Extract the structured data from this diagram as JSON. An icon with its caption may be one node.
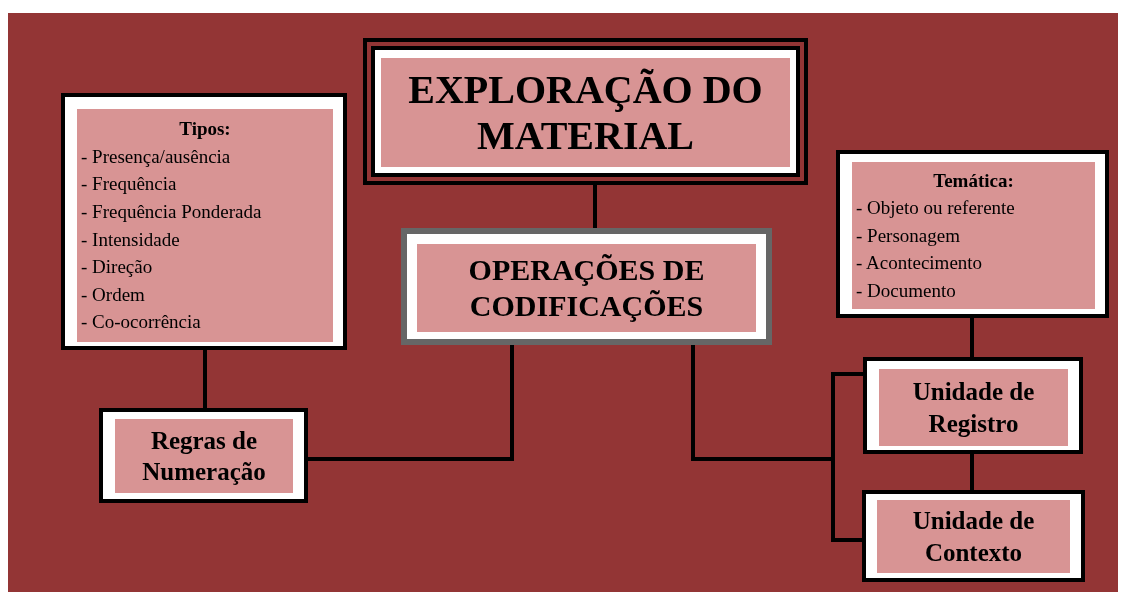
{
  "diagram": {
    "nodes": [
      {
        "text": [
          "EXPLORAÇÃO DO MATERIAL"
        ]
      },
      {
        "text": [
          "Tipos:",
          "- Presença/ausência",
          "- Frequência",
          "- Frequência Ponderada",
          "- Intensidade",
          "- Direção",
          "- Ordem",
          "- Co-ocorrência"
        ]
      },
      {
        "text": [
          "OPERAÇÕES DE CODIFICAÇÕES"
        ]
      },
      {
        "text": [
          "Temática:",
          "- Objeto ou referente",
          "- Personagem",
          "- Acontecimento",
          "- Documento"
        ]
      },
      {
        "text": [
          "Regras de Numeração"
        ]
      },
      {
        "text": [
          "Unidade de Registro"
        ]
      },
      {
        "text": [
          "Unidade de Contexto"
        ]
      }
    ],
    "edges": [
      {
        "from": 0,
        "to": 2,
        "arrow": "none"
      },
      {
        "from": 2,
        "to": 4,
        "arrow": "none"
      },
      {
        "from": 1,
        "to": 4,
        "arrow": "none"
      },
      {
        "from": 2,
        "to": 5,
        "arrow": "none"
      },
      {
        "from": 2,
        "to": 6,
        "arrow": "none"
      },
      {
        "from": 3,
        "to": 5,
        "arrow": "none"
      },
      {
        "from": 5,
        "to": 6,
        "arrow": "none"
      }
    ]
  }
}
